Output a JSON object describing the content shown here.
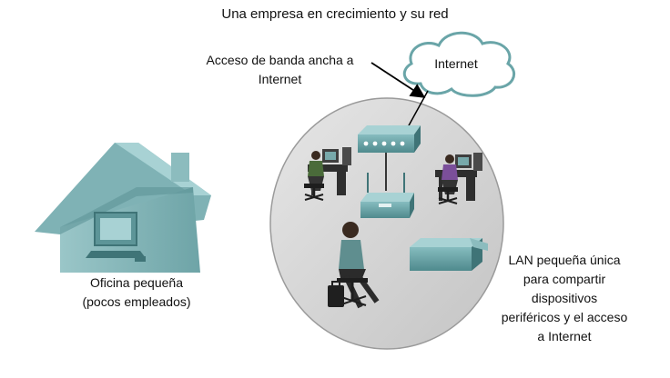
{
  "title": "Una empresa en crecimiento y su red",
  "cloud_label": "Internet",
  "access_label": [
    "Acceso de banda ancha a",
    "Internet"
  ],
  "office_label": [
    "Oficina pequeña",
    "(pocos empleados)"
  ],
  "lan_label": [
    "LAN pequeña única",
    "para compartir",
    "dispositivos",
    "periféricos y el acceso",
    "a Internet"
  ],
  "colors": {
    "device_teal": "#6aa5a8",
    "device_dark": "#3f7477",
    "circle_fill": "#d3d3d3",
    "house_light": "#8cbcbe",
    "house_dark": "#5d9598"
  },
  "icons": [
    "internet-cloud-icon",
    "router-icon",
    "wireless-access-point-icon",
    "printer-icon",
    "house-icon",
    "computer-icon",
    "workstation-icon",
    "office-worker-icon"
  ]
}
